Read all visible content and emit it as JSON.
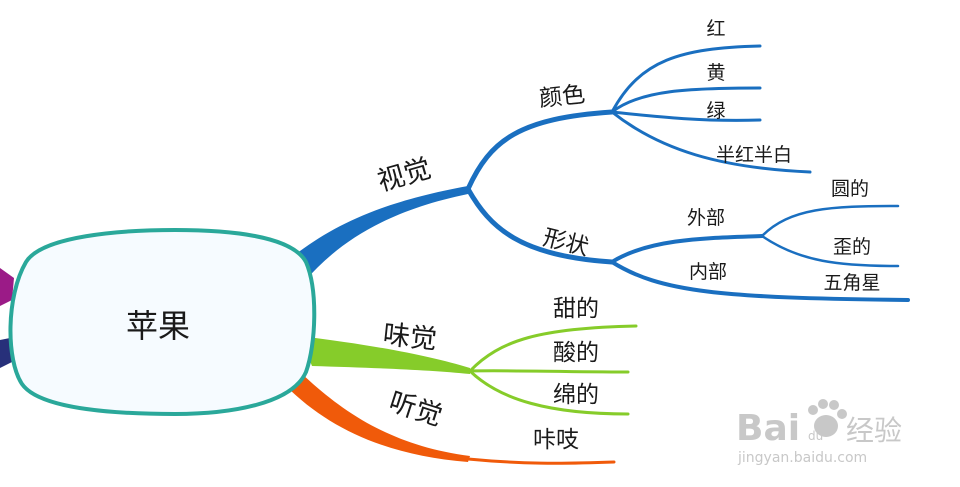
{
  "center": {
    "label": "苹果"
  },
  "colors": {
    "visual": "#1a6fc0",
    "taste": "#86cc2a",
    "hearing": "#f05a0a",
    "center_border": "#2aa89a",
    "center_fill": "#f6fbff",
    "left_purple": "#9b1b87",
    "left_navy": "#27307a",
    "watermark": "#c8c8c8"
  },
  "branches": {
    "visual": {
      "label": "视觉",
      "color": {
        "label": "颜色",
        "items": [
          "红",
          "黄",
          "绿",
          "半红半白"
        ]
      },
      "shape": {
        "label": "形状",
        "outer": {
          "label": "外部",
          "items": [
            "圆的",
            "歪的",
            "五角星"
          ]
        },
        "inner": {
          "label": "内部"
        }
      }
    },
    "taste": {
      "label": "味觉",
      "items": [
        "甜的",
        "酸的",
        "绵的"
      ]
    },
    "hearing": {
      "label": "听觉",
      "items": [
        "咔吱"
      ]
    }
  },
  "watermark": {
    "brand_a": "Bai",
    "brand_b": "du",
    "brand_c": "经验",
    "url": "jingyan.baidu.com"
  }
}
